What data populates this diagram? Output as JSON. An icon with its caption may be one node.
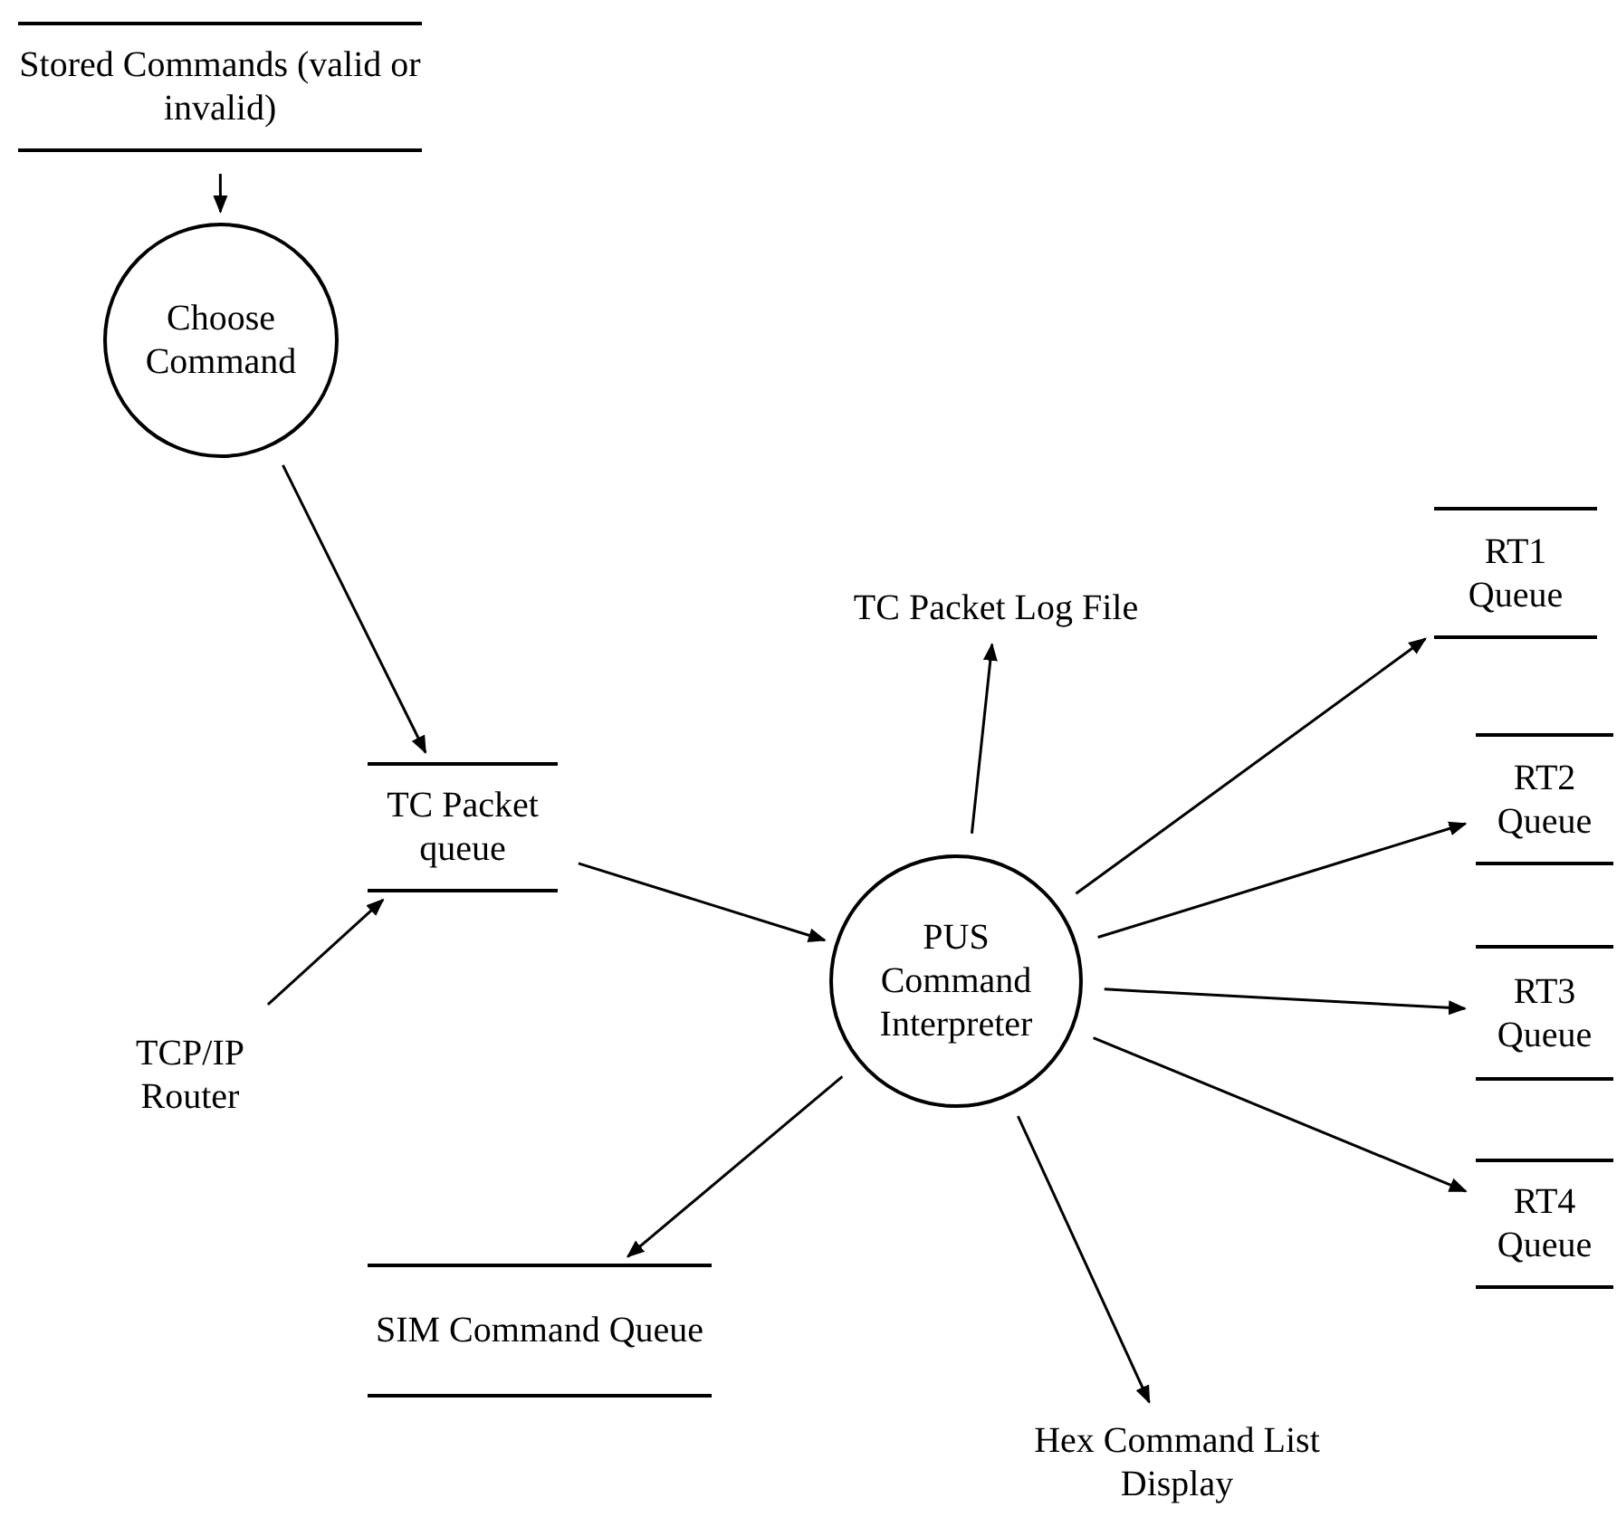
{
  "diagram": {
    "nodes": [
      {
        "text": [
          "Stored Commands (valid or invalid)"
        ]
      },
      {
        "text": [
          "Choose Command"
        ]
      },
      {
        "text": [
          "TC Packet queue"
        ]
      },
      {
        "text": [
          "TCP/IP Router"
        ]
      },
      {
        "text": [
          "PUS Command Interpreter"
        ]
      },
      {
        "text": [
          "TC Packet Log File"
        ]
      },
      {
        "text": [
          "RT1 Queue"
        ]
      },
      {
        "text": [
          "RT2 Queue"
        ]
      },
      {
        "text": [
          "RT3 Queue"
        ]
      },
      {
        "text": [
          "RT4 Queue"
        ]
      },
      {
        "text": [
          "SIM Command Queue"
        ]
      },
      {
        "text": [
          "Hex Command List Display"
        ]
      }
    ],
    "edges": [
      {
        "from": 0,
        "to": 1,
        "arrow": "to"
      },
      {
        "from": 1,
        "to": 2,
        "arrow": "to"
      },
      {
        "from": 3,
        "to": 2,
        "arrow": "to"
      },
      {
        "from": 2,
        "to": 4,
        "arrow": "to"
      },
      {
        "from": 4,
        "to": 5,
        "arrow": "to"
      },
      {
        "from": 4,
        "to": 6,
        "arrow": "to"
      },
      {
        "from": 4,
        "to": 7,
        "arrow": "to"
      },
      {
        "from": 4,
        "to": 8,
        "arrow": "to"
      },
      {
        "from": 4,
        "to": 9,
        "arrow": "to"
      },
      {
        "from": 4,
        "to": 10,
        "arrow": "to"
      },
      {
        "from": 4,
        "to": 11,
        "arrow": "to"
      }
    ]
  }
}
